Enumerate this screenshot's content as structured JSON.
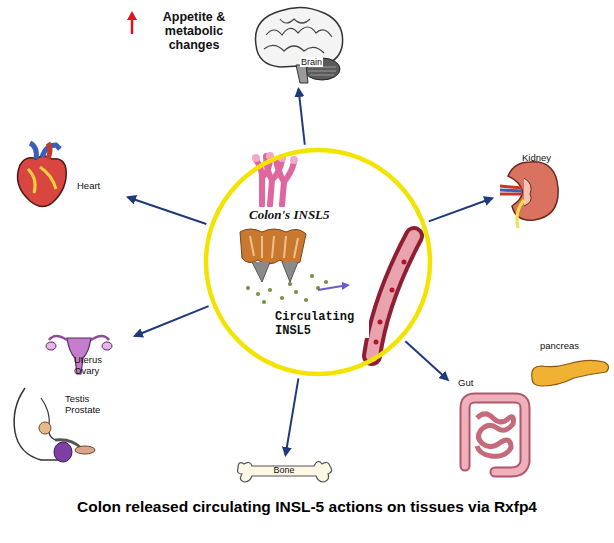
{
  "diagram": {
    "title": "Colon released circulating INSL-5 actions on tissues via Rxfp4",
    "nodes": [
      {
        "text": [
          "Colon's INSL5",
          "Circulating INSL5"
        ]
      },
      {
        "text": [
          "Appetite & metabolic changes",
          "Brain"
        ]
      },
      {
        "text": [
          "Heart"
        ]
      },
      {
        "text": [
          "Kidney"
        ]
      },
      {
        "text": [
          "Uterus Ovary"
        ]
      },
      {
        "text": [
          "Testis Prostate"
        ]
      },
      {
        "text": [
          "pancreas"
        ]
      },
      {
        "text": [
          "Gut"
        ]
      },
      {
        "text": [
          "Bone"
        ]
      }
    ],
    "edges": [
      {
        "from": 0,
        "to": 1,
        "arrow": "to"
      },
      {
        "from": 0,
        "to": 2,
        "arrow": "to"
      },
      {
        "from": 0,
        "to": 3,
        "arrow": "to"
      },
      {
        "from": 0,
        "to": 4,
        "arrow": "to"
      },
      {
        "from": 0,
        "to": 7,
        "arrow": "to"
      },
      {
        "from": 0,
        "to": 8,
        "arrow": "to"
      }
    ]
  }
}
